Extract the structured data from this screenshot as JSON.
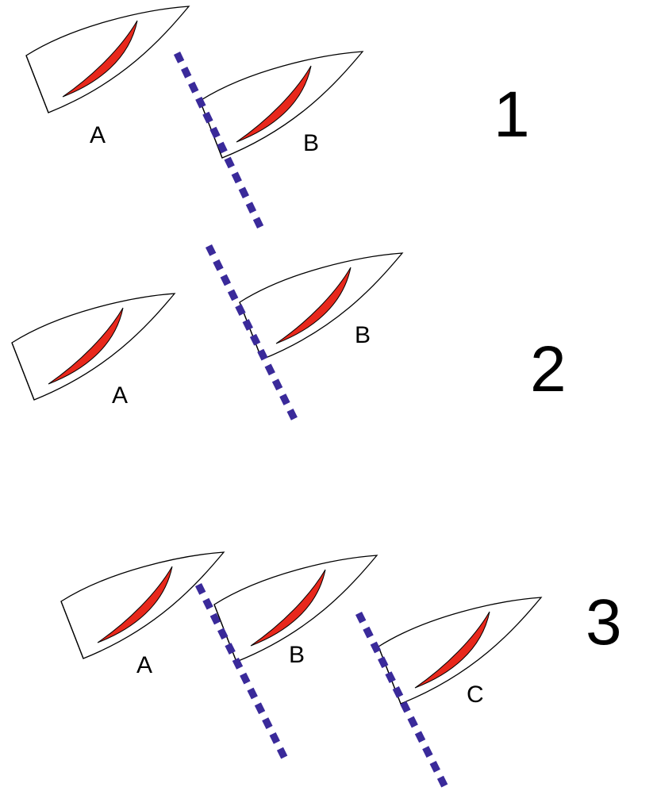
{
  "colors": {
    "sail": "#e8281c",
    "overlap_line": "#3a2a9a",
    "hull_outline": "#000000"
  },
  "scenarios": [
    {
      "number": "1",
      "boats": [
        "A",
        "B"
      ]
    },
    {
      "number": "2",
      "boats": [
        "A",
        "B"
      ]
    },
    {
      "number": "3",
      "boats": [
        "A",
        "B",
        "C"
      ]
    }
  ]
}
